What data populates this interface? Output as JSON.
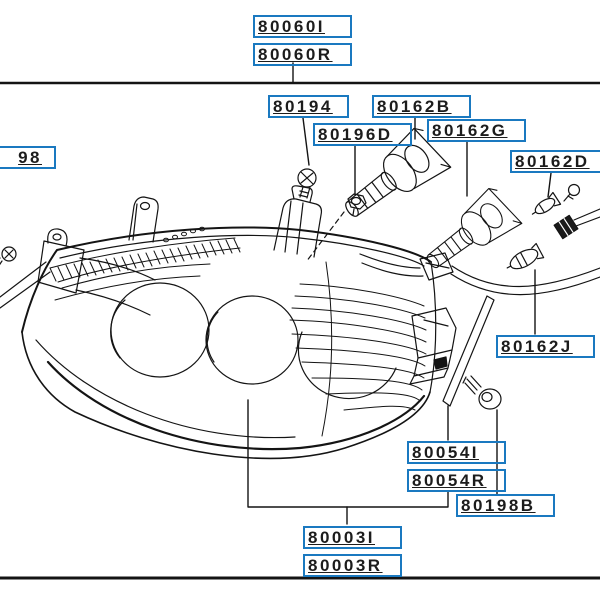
{
  "diagram": {
    "kind": "headlamp parts diagram",
    "colors": {
      "label_border": "#1a79c0",
      "label_text": "#1c1c1c",
      "line": "#141414",
      "background": "#ffffff"
    }
  },
  "labels": {
    "p80060i": "80060I",
    "p80060r": "80060R",
    "p80194": "80194",
    "p80162b": "80162B",
    "p80196d": "80196D",
    "p80162g": "80162G",
    "p80162d": "80162D",
    "p98partial": "98",
    "p80162j": "80162J",
    "p80054i": "80054I",
    "p80054r": "80054R",
    "p80198b": "80198B",
    "p80003i": "80003I",
    "p80003r": "80003R"
  }
}
